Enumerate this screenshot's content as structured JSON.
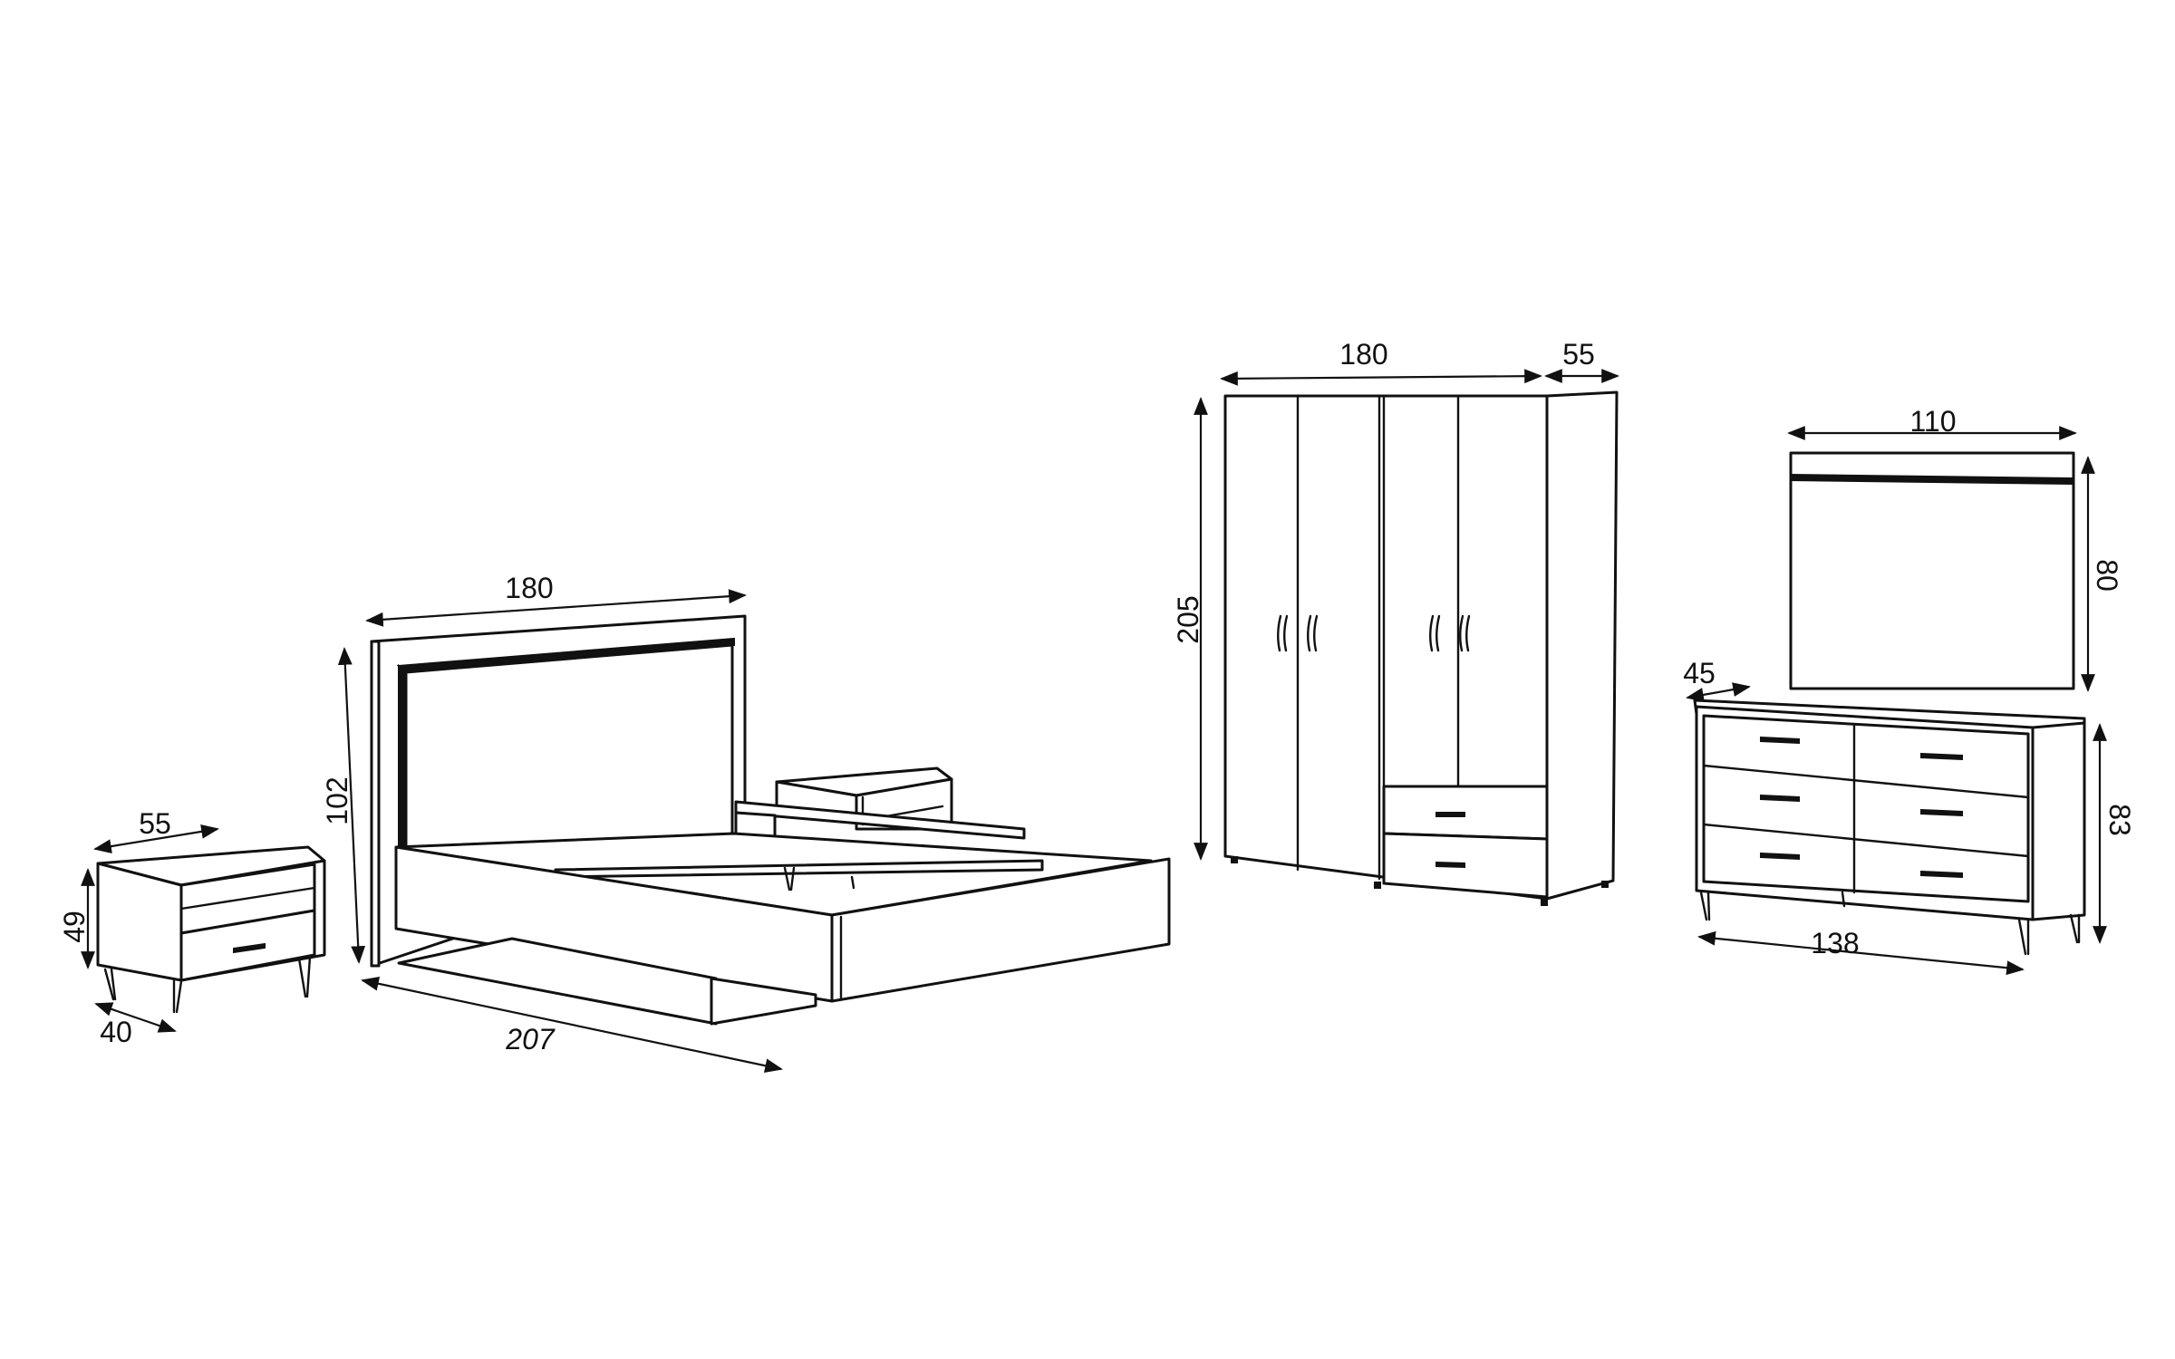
{
  "nightstand": {
    "width": "55",
    "height": "49",
    "depth": "40"
  },
  "bed": {
    "width": "180",
    "height": "102",
    "length": "207"
  },
  "wardrobe": {
    "width": "180",
    "depth": "55",
    "height": "205"
  },
  "mirror": {
    "width": "110",
    "height": "80"
  },
  "dresser": {
    "depth": "45",
    "height": "83",
    "width": "138"
  }
}
